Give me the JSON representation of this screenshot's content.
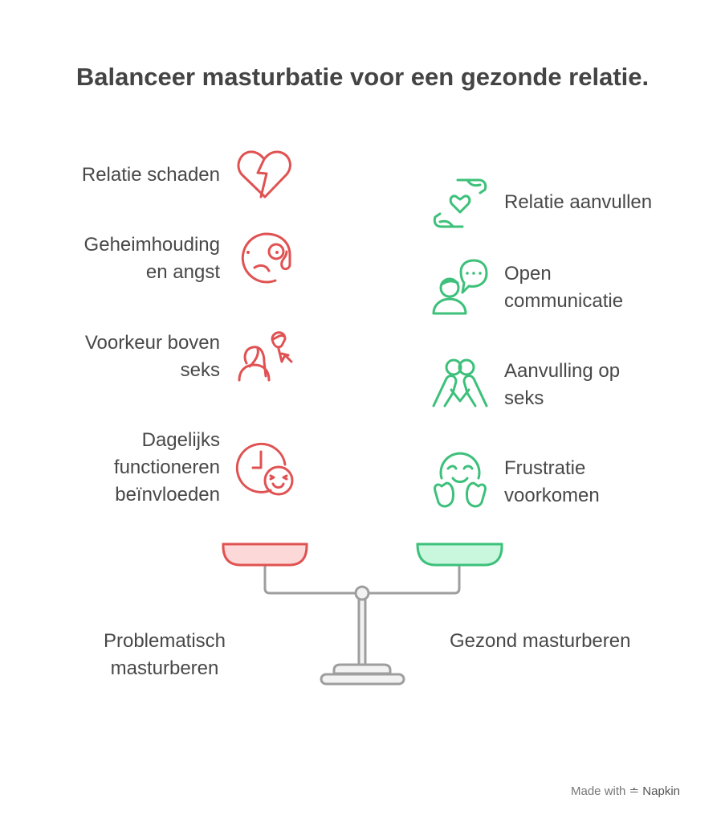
{
  "title": "Balanceer masturbatie voor een gezonde relatie.",
  "left": {
    "items": [
      {
        "lines": [
          "Relatie schaden"
        ],
        "icon": "broken-heart-icon"
      },
      {
        "lines": [
          "Geheimhouding",
          "en angst"
        ],
        "icon": "worried-face-icon"
      },
      {
        "lines": [
          "Voorkeur boven",
          "seks"
        ],
        "icon": "person-preference-icon"
      },
      {
        "lines": [
          "Dagelijks",
          "functioneren",
          "beïnvloeden"
        ],
        "icon": "clock-stress-icon"
      }
    ],
    "label": [
      "Problematisch",
      "masturberen"
    ],
    "color": "#e05252",
    "fill": "#fdd8d8"
  },
  "right": {
    "items": [
      {
        "lines": [
          "Relatie aanvullen"
        ],
        "icon": "hands-heart-icon"
      },
      {
        "lines": [
          "Open",
          "communicatie"
        ],
        "icon": "person-speech-icon"
      },
      {
        "lines": [
          "Aanvulling op",
          "seks"
        ],
        "icon": "couple-hug-icon"
      },
      {
        "lines": [
          "Frustratie",
          "voorkomen"
        ],
        "icon": "happy-face-icon"
      }
    ],
    "label": [
      "Gezond masturberen"
    ],
    "color": "#3cc07a",
    "fill": "#c8f7de"
  },
  "footer": {
    "made_with": "Made with",
    "brand": "Napkin"
  }
}
